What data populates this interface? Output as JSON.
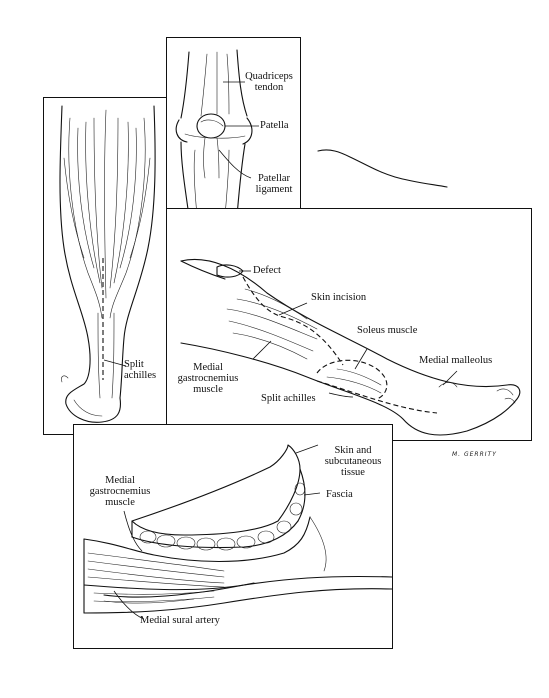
{
  "figure": {
    "knee_panel": {
      "labels": {
        "quadriceps_tendon": "Quadriceps\ntendon",
        "patella": "Patella",
        "patellar_ligament": "Patellar\nligament"
      }
    },
    "calf_panel": {
      "labels": {
        "split_achilles": "Split\nachilles"
      }
    },
    "leg_panel": {
      "labels": {
        "defect": "Defect",
        "skin_incision": "Skin incision",
        "soleus_muscle": "Soleus muscle",
        "medial_malleolus": "Medial malleolus",
        "medial_gastrocnemius_muscle": "Medial\ngastrocnemius\nmuscle",
        "split_achilles": "Split achilles"
      }
    },
    "flap_panel": {
      "labels": {
        "skin_and_subcutaneous_tissue": "Skin and\nsubcutaneous\ntissue",
        "fascia": "Fascia",
        "medial_gastrocnemius_muscle": "Medial\ngastrocnemius\nmuscle",
        "medial_sural_artery": "Medial sural artery"
      }
    },
    "signature": "M. GERRITY"
  }
}
